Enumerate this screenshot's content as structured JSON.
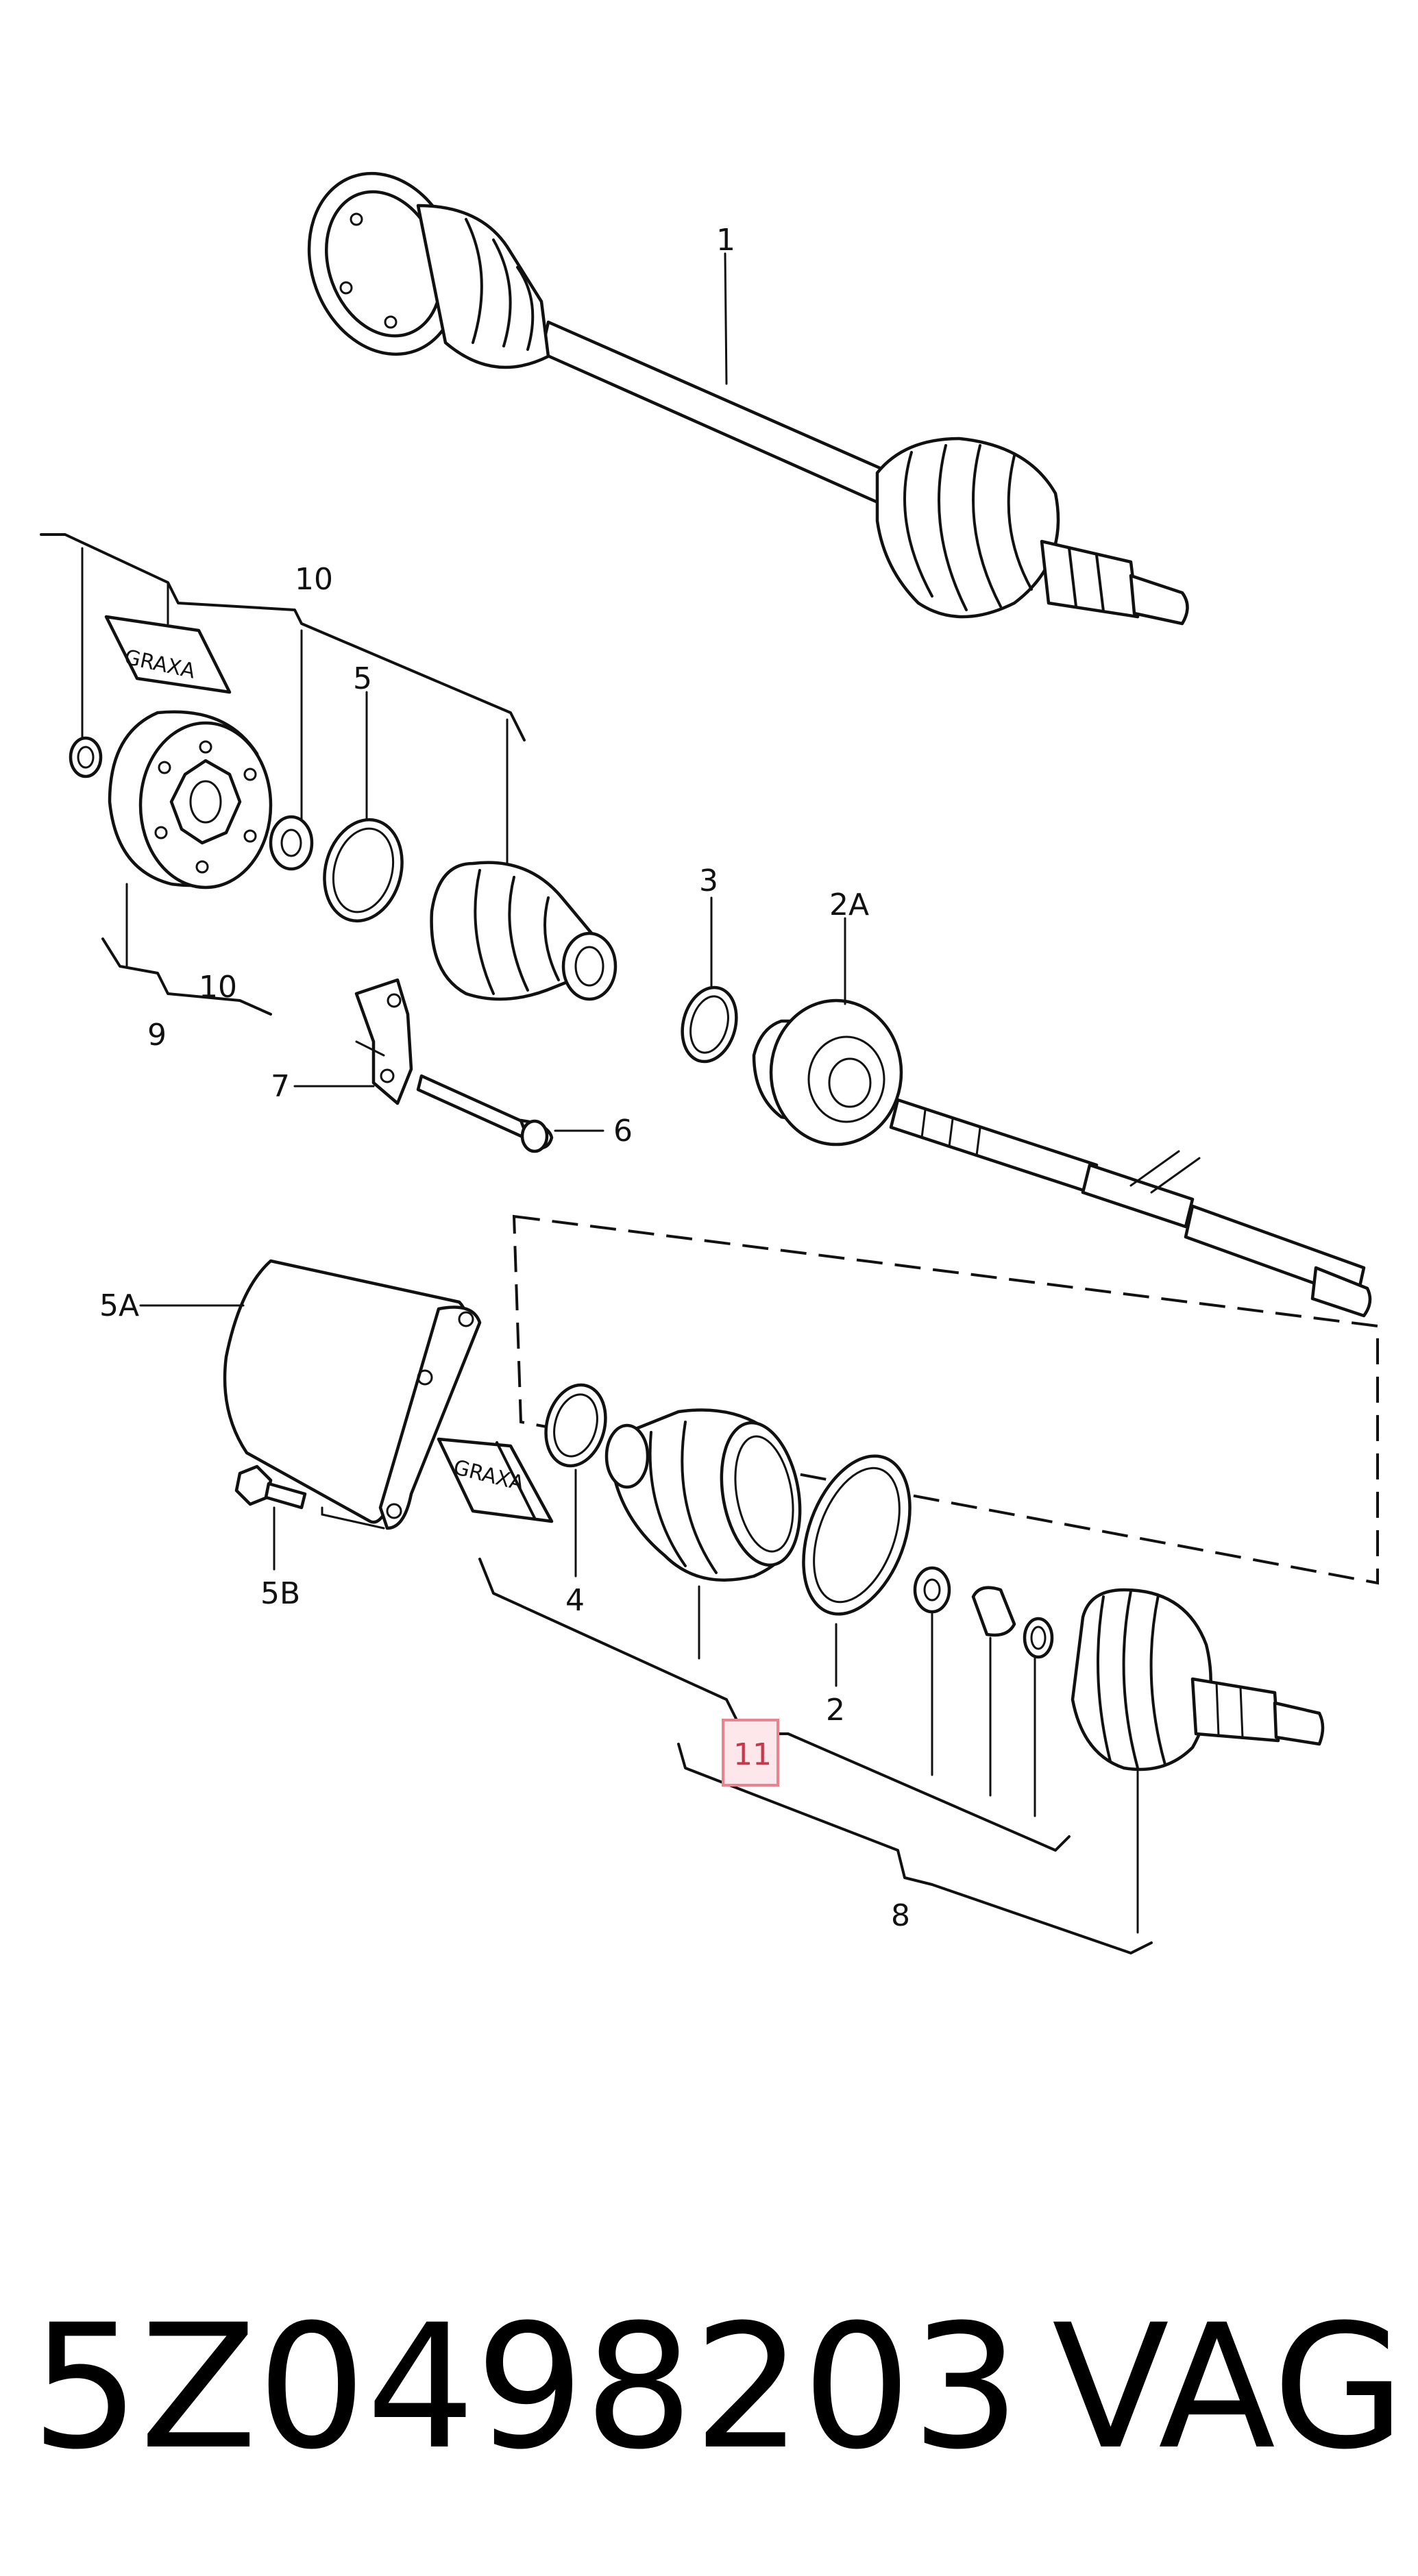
{
  "callouts": {
    "c1": "1",
    "c10a": "10",
    "c5": "5",
    "c10b": "10",
    "c9": "9",
    "c3": "3",
    "c2A": "2A",
    "c7": "7",
    "c6": "6",
    "c5A": "5A",
    "c5B": "5B",
    "c4": "4",
    "c2": "2",
    "c11": "11",
    "c8": "8"
  },
  "labels": {
    "graxa_top": "GRAXA",
    "graxa_bottom": "GRAXA"
  },
  "footer": {
    "part_number": "5Z0498203",
    "brand": "VAG"
  },
  "highlight_color": "#e8838f"
}
